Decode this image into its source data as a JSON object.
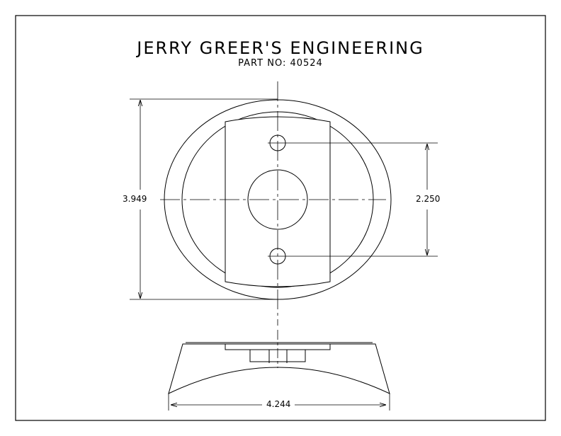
{
  "title": "JERRY GREER'S ENGINEERING",
  "part_label": "PART NO: 40524",
  "dimensions": {
    "height": "3.949",
    "hole_spacing": "2.250",
    "width": "4.244"
  }
}
